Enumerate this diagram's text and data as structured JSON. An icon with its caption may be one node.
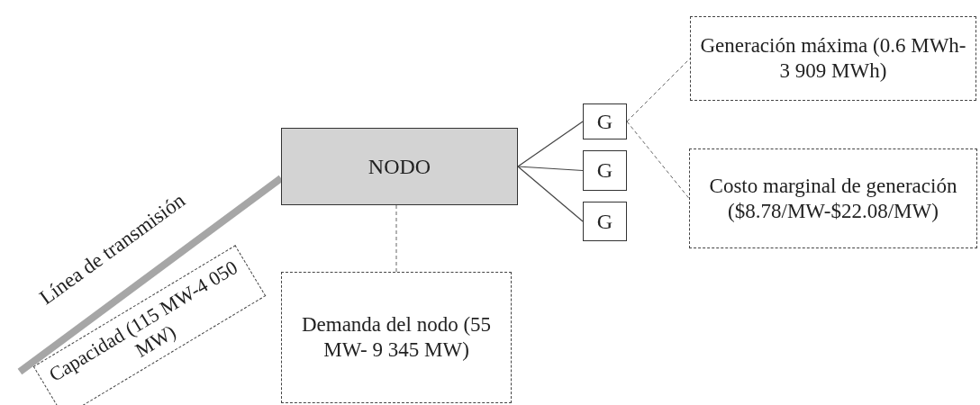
{
  "diagram": {
    "nodes": [
      {
        "text": [
          "NODO"
        ]
      },
      {
        "text": [
          "G"
        ]
      },
      {
        "text": [
          "G"
        ]
      },
      {
        "text": [
          "G"
        ]
      },
      {
        "text": [
          "Generación máxima (0.6 MWh-3 909 MWh)"
        ]
      },
      {
        "text": [
          "Costo marginal de generación ($8.78/MW-$22.08/MW)"
        ]
      },
      {
        "text": [
          "Demanda del nodo (55 MW- 9 345 MW)"
        ]
      },
      {
        "text": [
          "Capacidad (115 MW-4 050 MW)"
        ]
      }
    ],
    "edges": [
      {
        "from": null,
        "to": 0,
        "arrow": "none",
        "style": "thick",
        "color": "#a6a6a6",
        "label": "Línea de transmisión"
      },
      {
        "from": 0,
        "to": 1,
        "arrow": "none"
      },
      {
        "from": 0,
        "to": 2,
        "arrow": "none"
      },
      {
        "from": 0,
        "to": 3,
        "arrow": "none"
      },
      {
        "from": 1,
        "to": 4,
        "arrow": "none",
        "style": "dashed"
      },
      {
        "from": 1,
        "to": 5,
        "arrow": "none",
        "style": "dashed"
      },
      {
        "from": 0,
        "to": 6,
        "arrow": "none",
        "style": "dashed"
      }
    ]
  }
}
